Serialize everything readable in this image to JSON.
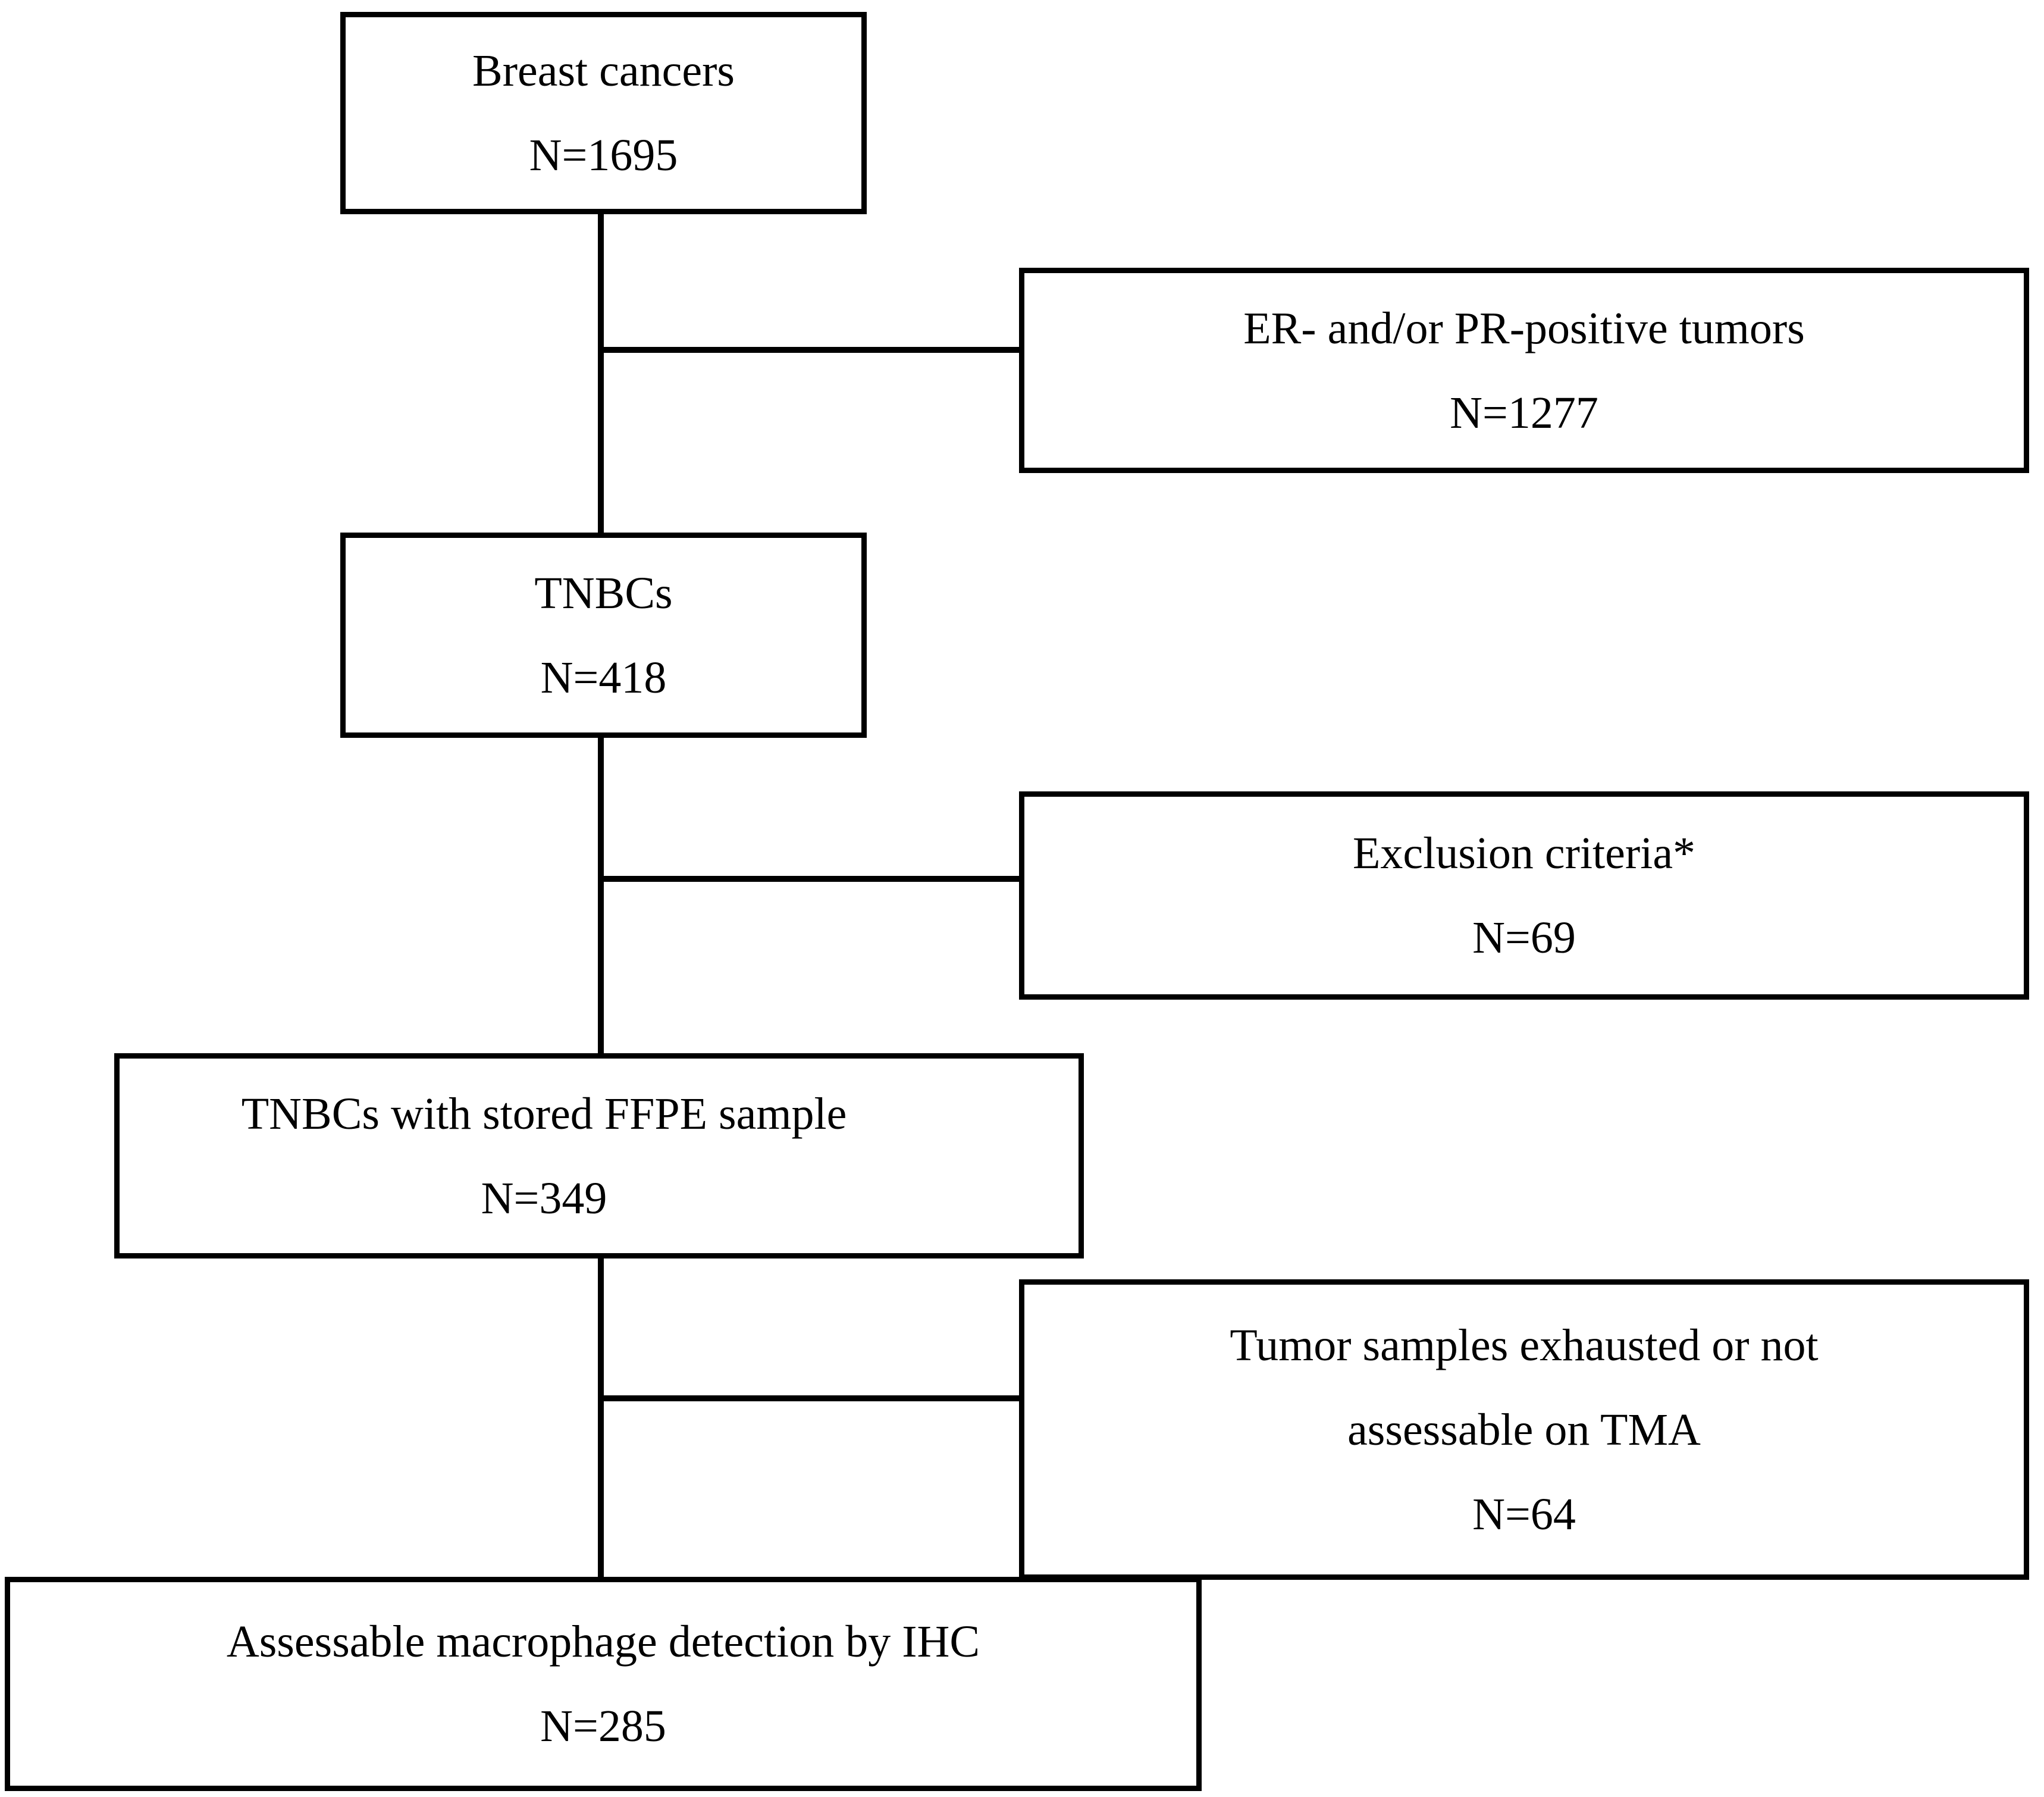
{
  "figure": {
    "type": "flowchart",
    "orientation": "top-to-bottom",
    "description": "Patient selection flow diagram for triple-negative breast cancer cohort"
  },
  "nodes": {
    "breast_cancers": {
      "label": "Breast cancers",
      "count": "N=1695"
    },
    "er_pr_positive": {
      "label": "ER- and/or PR-positive tumors",
      "count": "N=1277"
    },
    "tnbcs": {
      "label": "TNBCs",
      "count": "N=418"
    },
    "exclusion_criteria": {
      "label": "Exclusion criteria*",
      "count": "N=69"
    },
    "tnbcs_ffpe": {
      "label": "TNBCs with stored FFPE sample",
      "count": "N=349"
    },
    "samples_exhausted": {
      "label_line1": "Tumor samples exhausted or not",
      "label_line2": "assessable on TMA",
      "count": "N=64"
    },
    "assessable_ihc": {
      "label": "Assessable macrophage detection by IHC",
      "count": "N=285"
    }
  },
  "colors": {
    "stroke": "#000000",
    "fill": "#ffffff",
    "text": "#000000"
  }
}
